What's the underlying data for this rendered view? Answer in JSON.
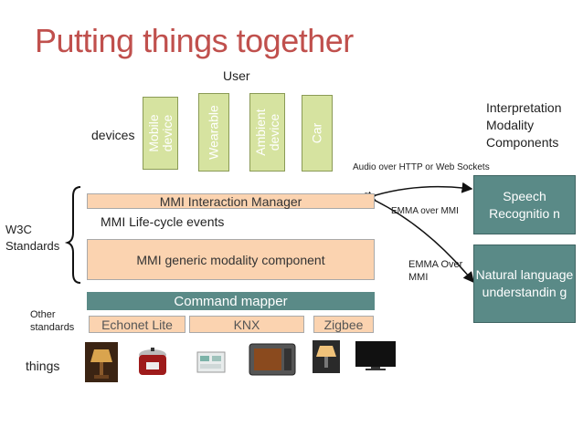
{
  "title": "Putting things together",
  "user_label": "User",
  "devices_label": "devices",
  "devices": [
    "Mobile device",
    "Wearable",
    "Ambient device",
    "Car"
  ],
  "interpretation_label": "Interpretation Modality Components",
  "w3c_label": "W3C Standards",
  "interaction_manager": "MMI Interaction Manager",
  "lifecycle_events": "MMI Life-cycle events",
  "generic_component": "MMI generic modality component",
  "command_mapper": "Command mapper",
  "other_standards_label": "Other standards",
  "other_standards": [
    "Echonet Lite",
    "KNX",
    "Zigbee"
  ],
  "things_label": "things",
  "things": [
    "lamp-icon",
    "rice-cooker-icon",
    "air-conditioner-icon",
    "microwave-icon",
    "table-lamp-icon",
    "tv-icon"
  ],
  "audio_label": "Audio over HTTP or Web Sockets",
  "emma_label_1": "EMMA over MMI",
  "emma_label_2": "EMMA Over MMI",
  "speech_recognition": "Speech Recognitio n",
  "nlu": "Natural language understandin g",
  "colors": {
    "title": "#c0504d",
    "device_fill": "#d6e3a0",
    "orange_fill": "#fbd3b0",
    "teal_fill": "#5a8a87"
  }
}
